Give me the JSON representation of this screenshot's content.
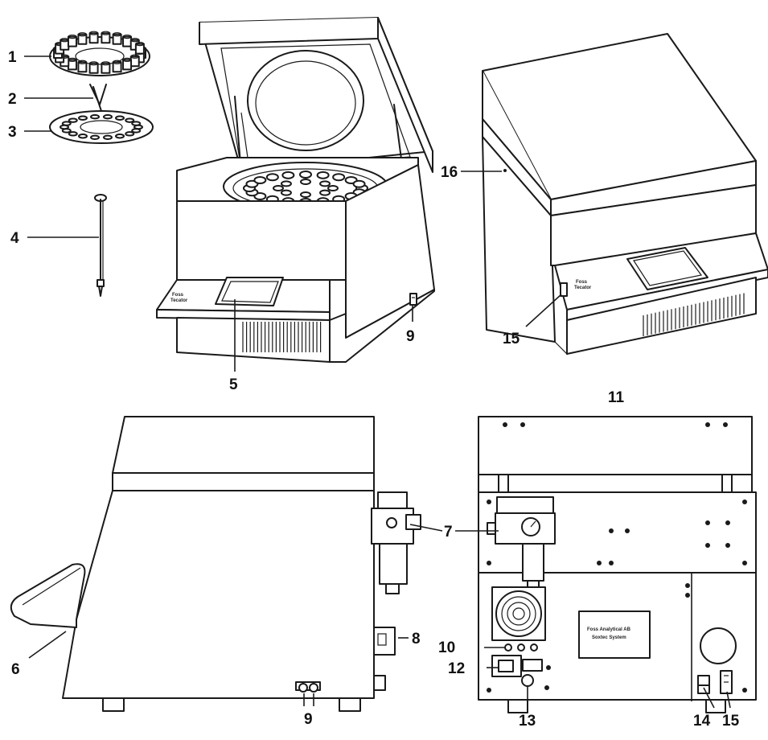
{
  "callouts": [
    {
      "id": "1",
      "label": "1"
    },
    {
      "id": "2",
      "label": "2"
    },
    {
      "id": "3",
      "label": "3"
    },
    {
      "id": "4",
      "label": "4"
    },
    {
      "id": "5",
      "label": "5"
    },
    {
      "id": "6",
      "label": "6"
    },
    {
      "id": "7",
      "label": "7"
    },
    {
      "id": "8",
      "label": "8"
    },
    {
      "id": "9a",
      "label": "9"
    },
    {
      "id": "9b",
      "label": "9"
    },
    {
      "id": "10",
      "label": "10"
    },
    {
      "id": "11",
      "label": "11"
    },
    {
      "id": "12",
      "label": "12"
    },
    {
      "id": "13",
      "label": "13"
    },
    {
      "id": "14",
      "label": "14"
    },
    {
      "id": "15a",
      "label": "15"
    },
    {
      "id": "15b",
      "label": "15"
    },
    {
      "id": "16",
      "label": "16"
    }
  ],
  "rear_plate": {
    "line1": "Foss Analytical AB",
    "line2": "Soxtec System"
  },
  "colors": {
    "ink": "#1a1a1a",
    "paper": "#ffffff"
  }
}
